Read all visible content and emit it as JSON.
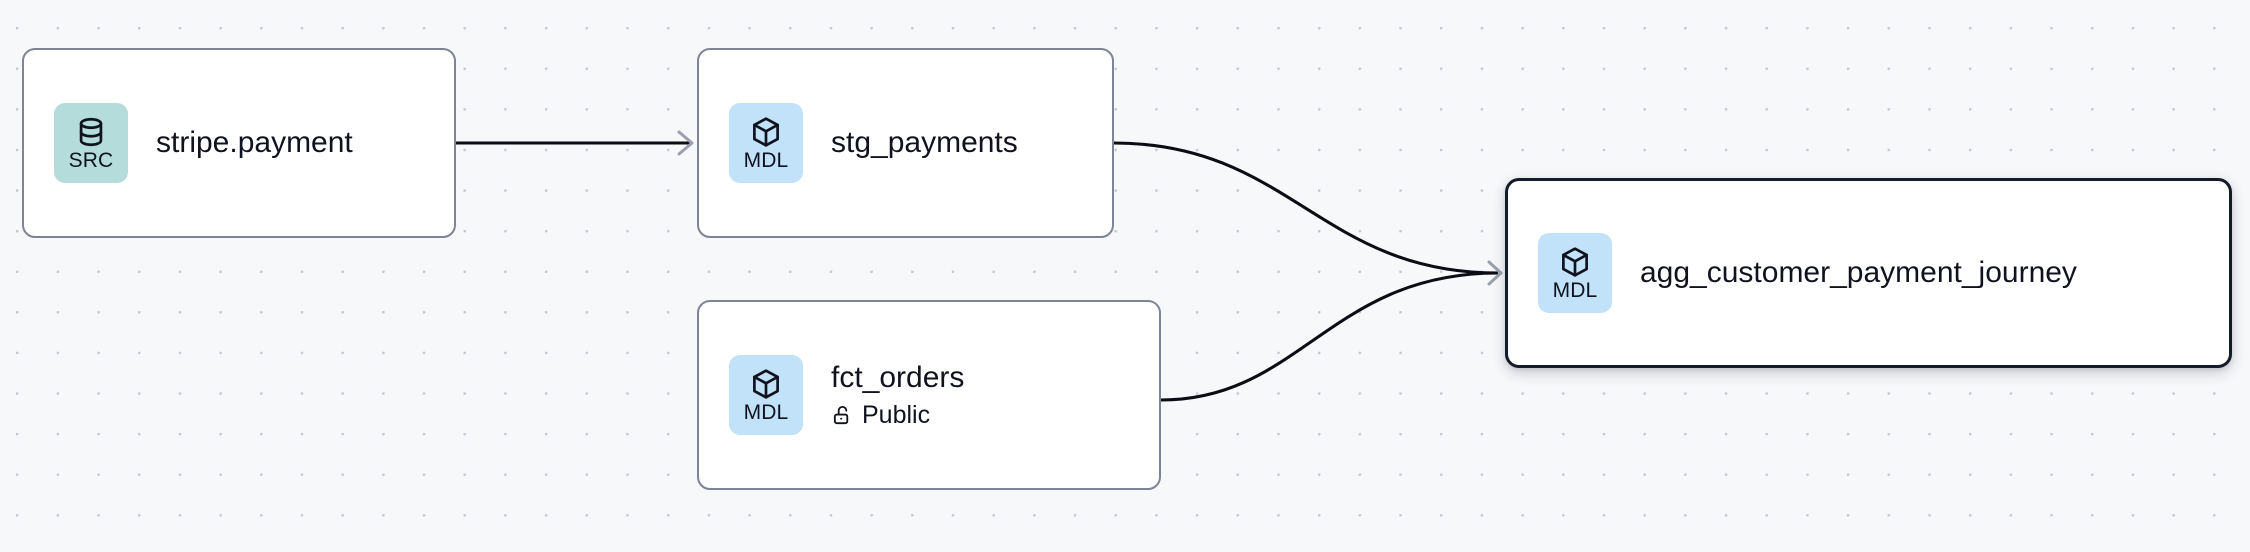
{
  "graph": {
    "background_color": "#f7f8fa",
    "edge_color": "#0b0d14",
    "arrow_color": "#9aa0ad",
    "node_border_color": "#7e8496",
    "selected_border_color": "#161b2c"
  },
  "nodes": [
    {
      "id": "stripe-payment",
      "title": "stripe.payment",
      "badge_label": "SRC",
      "badge_icon": "database-icon",
      "badge_color": "#b4dcdb",
      "subtitle": null,
      "subtitle_icon": null,
      "selected": false
    },
    {
      "id": "stg-payments",
      "title": "stg_payments",
      "badge_label": "MDL",
      "badge_icon": "cube-icon",
      "badge_color": "#c1e2f8",
      "subtitle": null,
      "subtitle_icon": null,
      "selected": false
    },
    {
      "id": "fct-orders",
      "title": "fct_orders",
      "badge_label": "MDL",
      "badge_icon": "cube-icon",
      "badge_color": "#c1e2f8",
      "subtitle": "Public",
      "subtitle_icon": "unlock-icon",
      "selected": false
    },
    {
      "id": "agg-customer-payment-journey",
      "title": "agg_customer_payment_journey",
      "badge_label": "MDL",
      "badge_icon": "cube-icon",
      "badge_color": "#c1e2f8",
      "subtitle": null,
      "subtitle_icon": null,
      "selected": true
    }
  ],
  "edges": [
    {
      "id": "e1",
      "from": "stripe-payment",
      "to": "stg-payments",
      "style": "straight"
    },
    {
      "id": "e2",
      "from": "stg-payments",
      "to": "agg-customer-payment-journey",
      "style": "bezier"
    },
    {
      "id": "e3",
      "from": "fct-orders",
      "to": "agg-customer-payment-journey",
      "style": "bezier"
    }
  ]
}
